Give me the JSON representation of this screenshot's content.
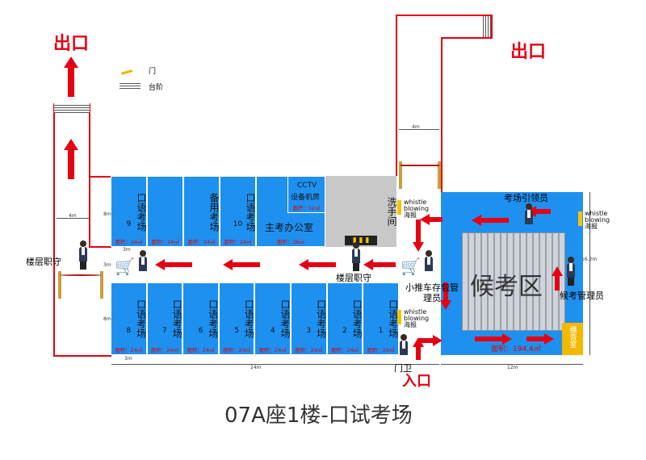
{
  "map": {
    "title": "07A座1楼-口试考场",
    "legend": {
      "door": "门",
      "steps": "台阶"
    },
    "exits": {
      "left": "出口",
      "right": "出口"
    },
    "entrance": "入口",
    "rooms_top": [
      {
        "lines": "口语考场",
        "num": "9",
        "area": "面积：24㎡"
      },
      {
        "lines": "",
        "num": "",
        "area": "面积：24㎡"
      },
      {
        "lines": "备用考场",
        "num": "",
        "area": "面积：24㎡"
      },
      {
        "lines": "口语考场",
        "num": "10",
        "area": "面积：24㎡"
      }
    ],
    "office": {
      "label": "主考办公室",
      "area": "面积：36㎡"
    },
    "cctv": {
      "line1": "CCTV",
      "line2": "设备机房",
      "area": "面积：12㎡"
    },
    "washroom": "洗手间",
    "rooms_bottom": [
      {
        "lines": "口语考场",
        "num": "8",
        "area": "面积：24㎡"
      },
      {
        "lines": "口语考场",
        "num": "7",
        "area": "面积：24㎡"
      },
      {
        "lines": "口语考场",
        "num": "6",
        "area": "面积：24㎡"
      },
      {
        "lines": "口语考场",
        "num": "5",
        "area": "面积：24㎡"
      },
      {
        "lines": "口语考场",
        "num": "4",
        "area": "面积：24㎡"
      },
      {
        "lines": "口语考场",
        "num": "3",
        "area": "面积：24㎡"
      },
      {
        "lines": "口语考场",
        "num": "2",
        "area": "面积：24㎡"
      },
      {
        "lines": "口语考场",
        "num": "1",
        "area": "面积：24㎡"
      }
    ],
    "waiting": {
      "label": "候考区",
      "area": "面积：194.4㎡"
    },
    "broadcast": "播音室",
    "staff": {
      "floor_guard_left": "楼层职守",
      "floor_guard_mid": "楼层职守",
      "cart_keeper": "小推车存包管理员",
      "guide": "考场引领员",
      "waiting_manager": "候考管理员",
      "door_guard": "门卫"
    },
    "poster": {
      "l1": "whistle",
      "l2": "blowing",
      "l3": "海报"
    },
    "dims": {
      "d4m_top": "4m",
      "d4m_left": "4m",
      "d8m_a": "8m",
      "d3m_a": "3m",
      "d3m_b": "3m",
      "d3m_c": "3m",
      "d8m_b": "8m",
      "d24m": "24m",
      "d12m": "12m",
      "d162": "16.2m"
    }
  },
  "colors": {
    "room": "#1e90f0",
    "route": "#e50012",
    "washroom": "#c8c8c8",
    "waiting_inner": "#b8bcc4",
    "broadcast": "#f5b800"
  }
}
